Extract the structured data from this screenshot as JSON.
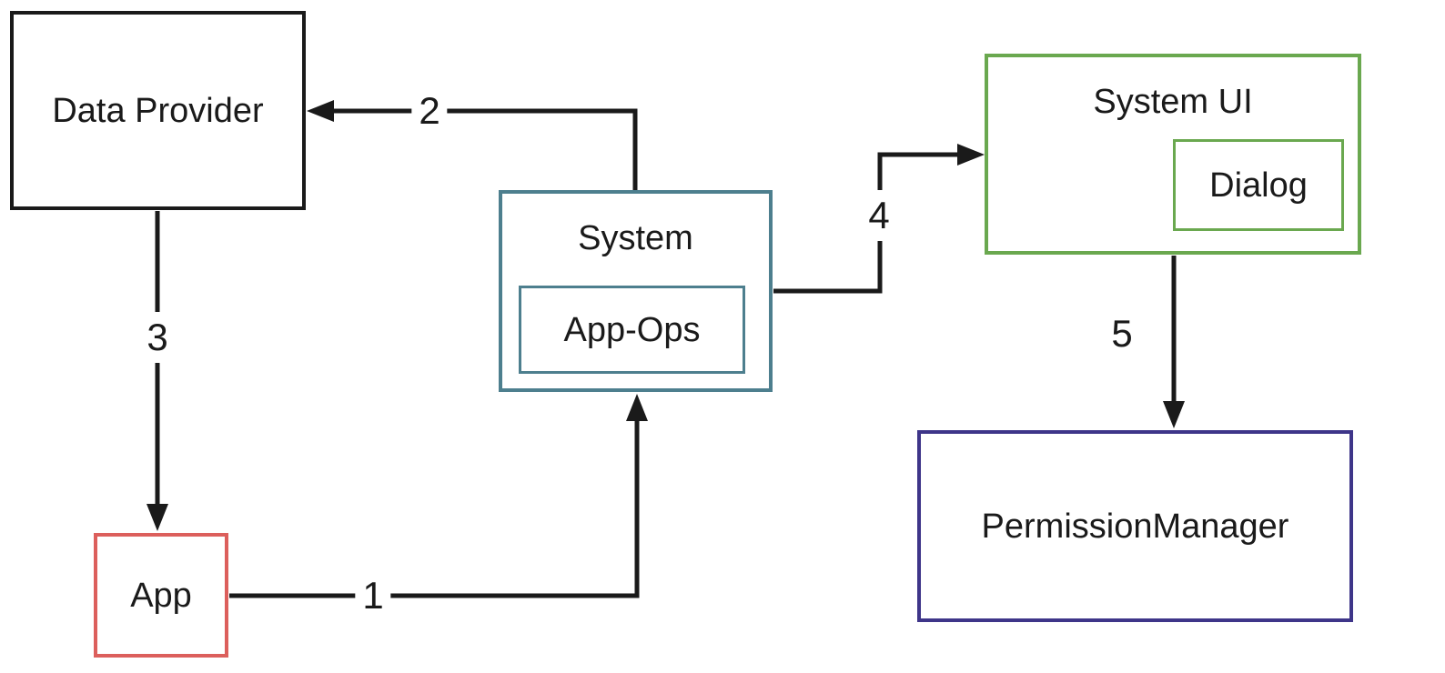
{
  "diagram": {
    "type": "flow-diagram",
    "background_color": "#ffffff",
    "edge_color": "#1a1a1a",
    "text_color": "#1a1a1a",
    "nodes": [
      {
        "id": "data-provider",
        "label": "Data Provider",
        "border_color": "#1a1a1a"
      },
      {
        "id": "system",
        "label": "System",
        "border_color": "#4d7f8e"
      },
      {
        "id": "app-ops",
        "label": "App-Ops",
        "border_color": "#4d7f8e",
        "parent": "system"
      },
      {
        "id": "system-ui",
        "label": "System UI",
        "border_color": "#6aa84f"
      },
      {
        "id": "dialog",
        "label": "Dialog",
        "border_color": "#6aa84f",
        "parent": "system-ui"
      },
      {
        "id": "permission-manager",
        "label": "PermissionManager",
        "border_color": "#3e3589"
      },
      {
        "id": "app",
        "label": "App",
        "border_color": "#dc5f5c"
      }
    ],
    "edges": [
      {
        "label": "1",
        "from": "app",
        "to": "system"
      },
      {
        "label": "2",
        "from": "system",
        "to": "data-provider"
      },
      {
        "label": "3",
        "from": "data-provider",
        "to": "app"
      },
      {
        "label": "4",
        "from": "system",
        "to": "system-ui"
      },
      {
        "label": "5",
        "from": "system-ui",
        "to": "permission-manager"
      }
    ]
  }
}
